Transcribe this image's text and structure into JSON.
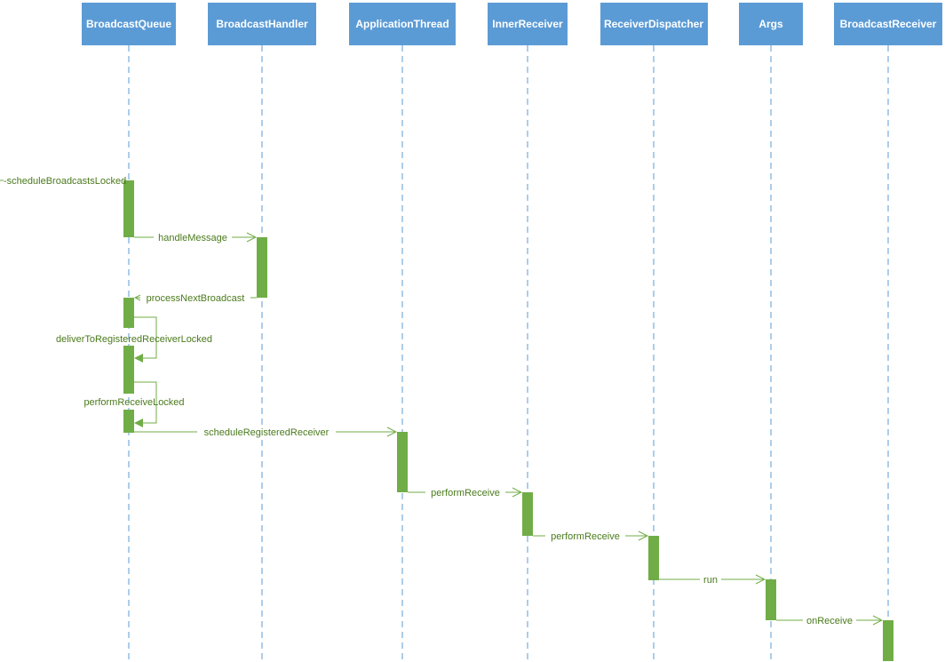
{
  "diagram": {
    "participants": [
      {
        "id": "broadcastqueue",
        "label": "BroadcastQueue"
      },
      {
        "id": "broadcasthandler",
        "label": "BroadcastHandler"
      },
      {
        "id": "applicationthread",
        "label": "ApplicationThread"
      },
      {
        "id": "innerreceiver",
        "label": "InnerReceiver"
      },
      {
        "id": "receiverdispatcher",
        "label": "ReceiverDispatcher"
      },
      {
        "id": "args",
        "label": "Args"
      },
      {
        "id": "broadcastreceiver",
        "label": "BroadcastReceiver"
      }
    ],
    "messages": [
      {
        "id": "schedule-broadcasts-locked",
        "label": "scheduleBroadcastsLocked",
        "from": "external",
        "to": "broadcastqueue"
      },
      {
        "id": "handle-message",
        "label": "handleMessage",
        "from": "broadcastqueue",
        "to": "broadcasthandler"
      },
      {
        "id": "process-next-broadcast",
        "label": "processNextBroadcast",
        "from": "broadcasthandler",
        "to": "broadcastqueue"
      },
      {
        "id": "deliver-to-registered-receiver-locked",
        "label": "deliverToRegisteredReceiverLocked",
        "from": "broadcastqueue",
        "to": "broadcastqueue"
      },
      {
        "id": "perform-receive-locked",
        "label": "performReceiveLocked",
        "from": "broadcastqueue",
        "to": "broadcastqueue"
      },
      {
        "id": "schedule-registered-receiver",
        "label": "scheduleRegisteredReceiver",
        "from": "broadcastqueue",
        "to": "applicationthread"
      },
      {
        "id": "perform-receive-1",
        "label": "performReceive",
        "from": "applicationthread",
        "to": "innerreceiver"
      },
      {
        "id": "perform-receive-2",
        "label": "performReceive",
        "from": "innerreceiver",
        "to": "receiverdispatcher"
      },
      {
        "id": "run",
        "label": "run",
        "from": "receiverdispatcher",
        "to": "args"
      },
      {
        "id": "on-receive",
        "label": "onReceive",
        "from": "args",
        "to": "broadcastreceiver"
      }
    ],
    "colors": {
      "participant_fill": "#5b9bd5",
      "lifeline": "#5b9bd5",
      "activation": "#70ad47",
      "message": "#70ad47",
      "label_text": "#4a7a1c"
    }
  }
}
